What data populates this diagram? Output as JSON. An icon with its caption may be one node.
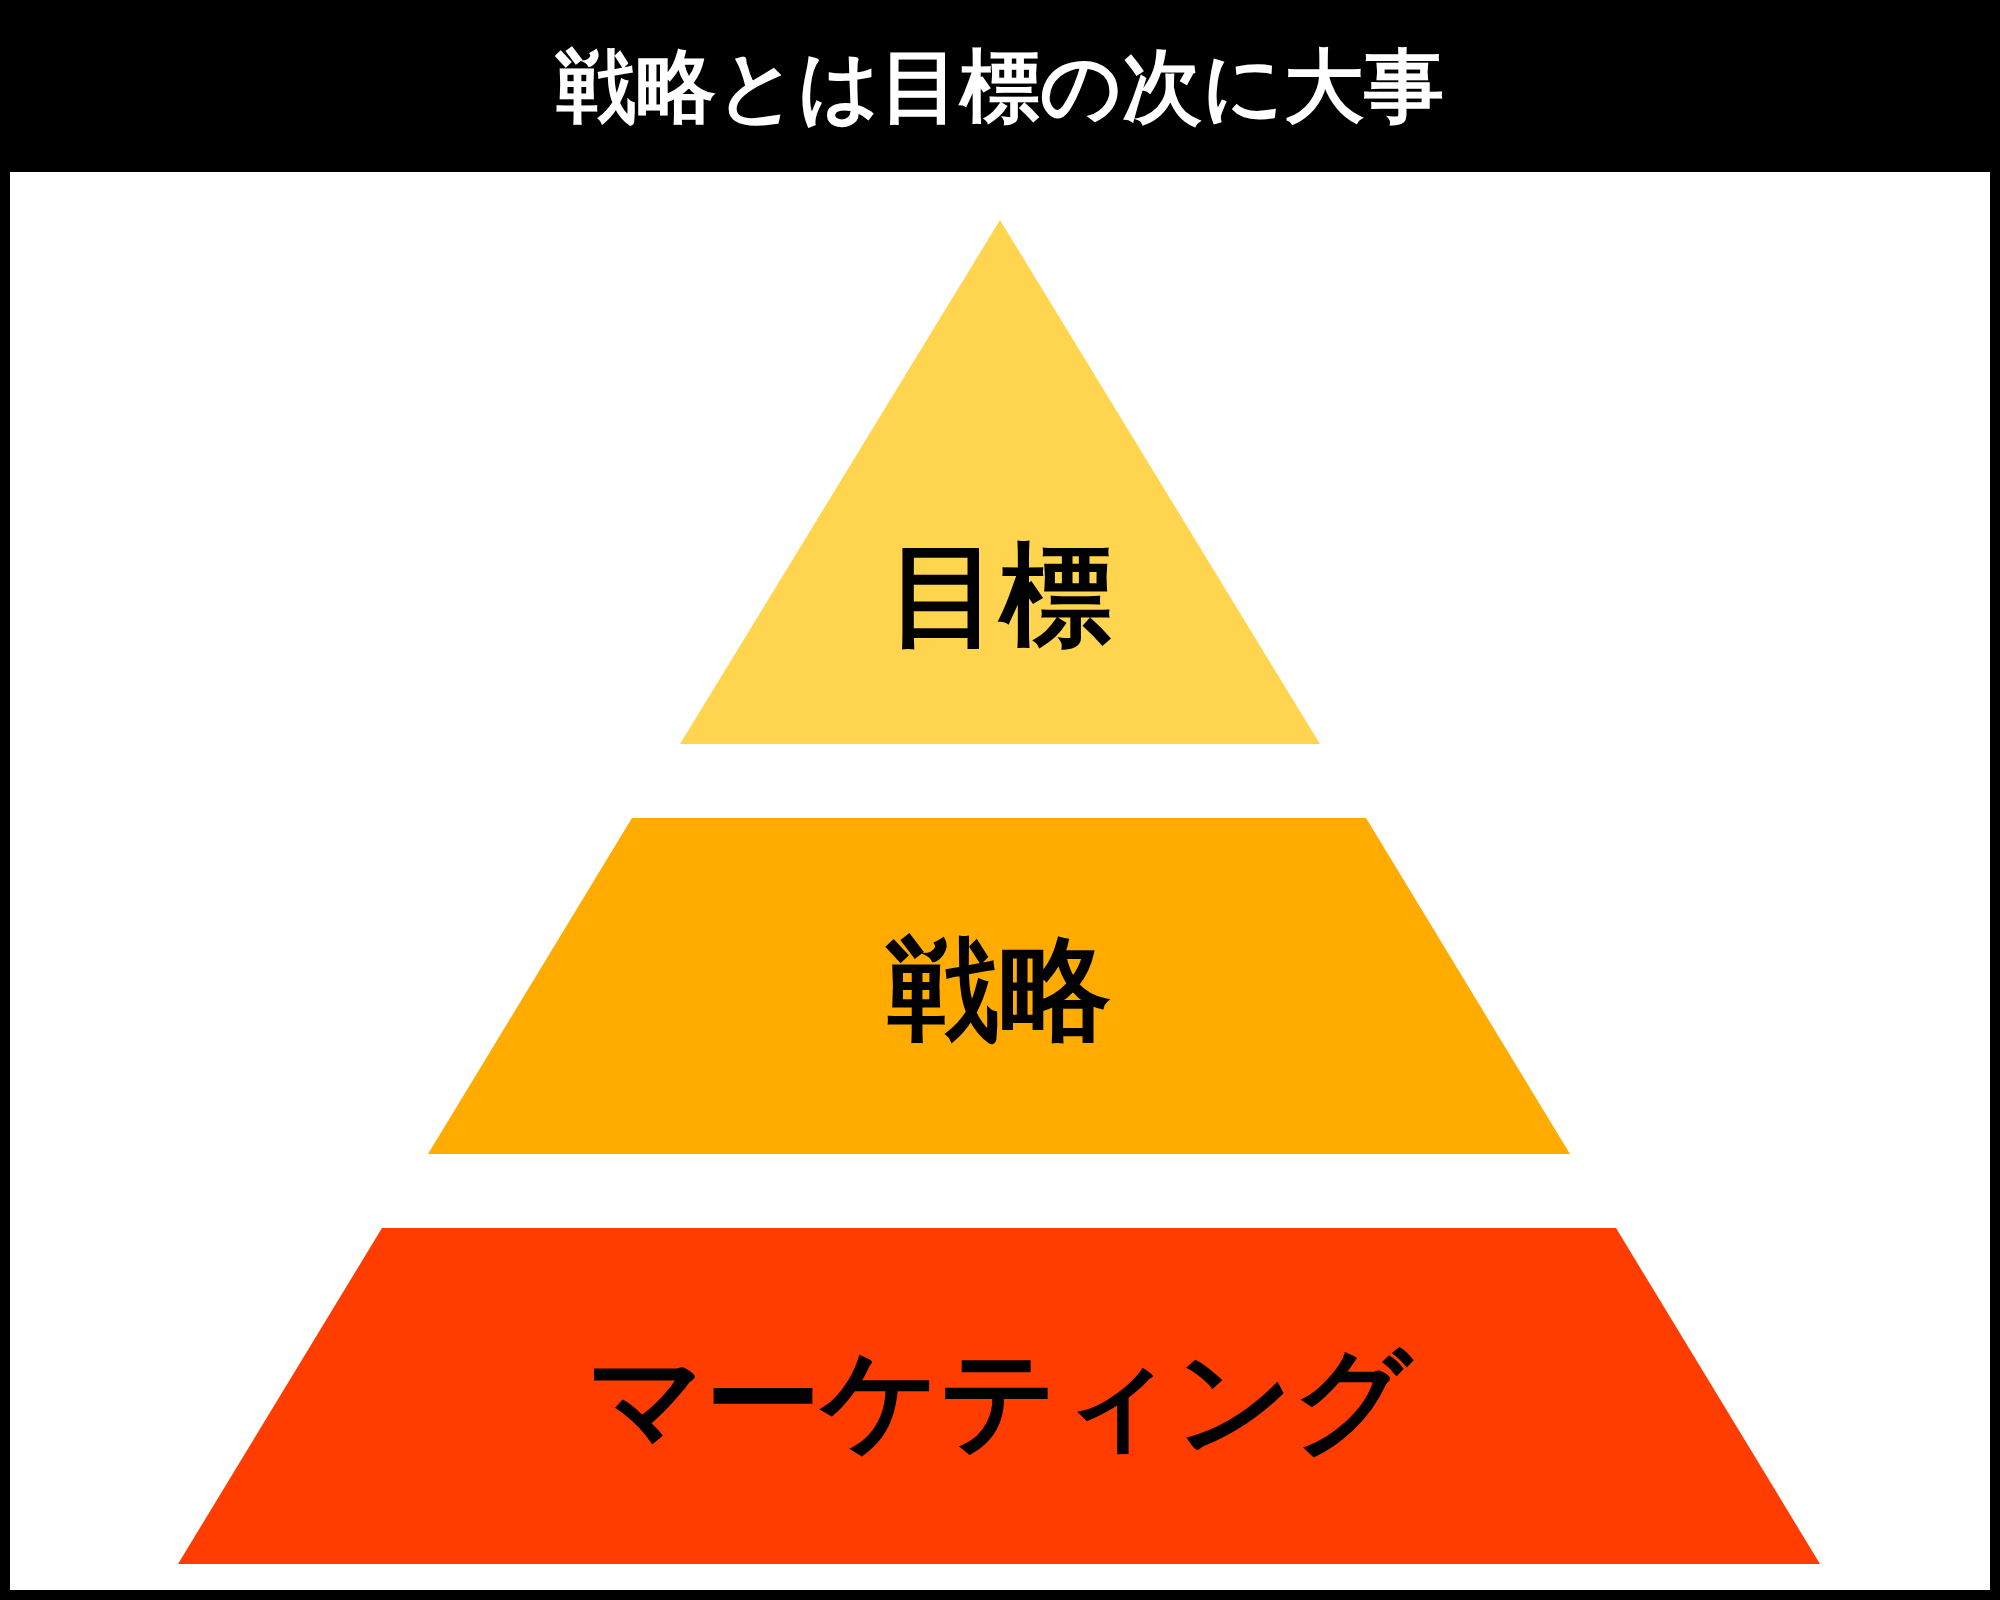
{
  "diagram": {
    "title": "戦略とは目標の次に大事",
    "nodes": [
      {
        "text": [
          "目標"
        ]
      },
      {
        "text": [
          "戦略"
        ]
      },
      {
        "text": [
          "マーケティング"
        ]
      }
    ]
  }
}
